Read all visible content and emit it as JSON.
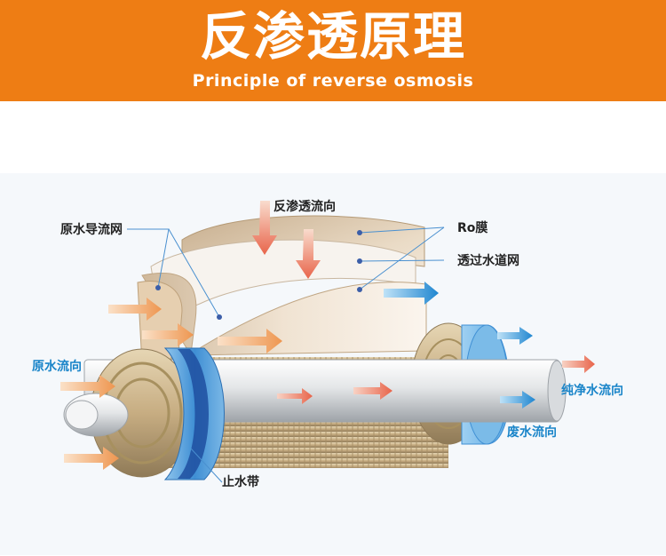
{
  "header": {
    "title": "反渗透原理",
    "subtitle": "Principle of reverse osmosis",
    "background_color": "#ee7d14"
  },
  "labels": {
    "ro_flow": "反渗透流向",
    "raw_water_net": "原水导流网",
    "ro_membrane": "Ro膜",
    "permeate_net": "透过水道网",
    "raw_water_flow": "原水流向",
    "pure_water_flow": "纯净水流向",
    "waste_water_flow": "废水流向",
    "seal_band": "止水带"
  },
  "colors": {
    "accent_orange": "#ee7d14",
    "label_blue": "#1a85c9",
    "arrow_orange": "#f0a060",
    "arrow_blue": "#1f86d0",
    "arrow_red": "#e8644a"
  }
}
